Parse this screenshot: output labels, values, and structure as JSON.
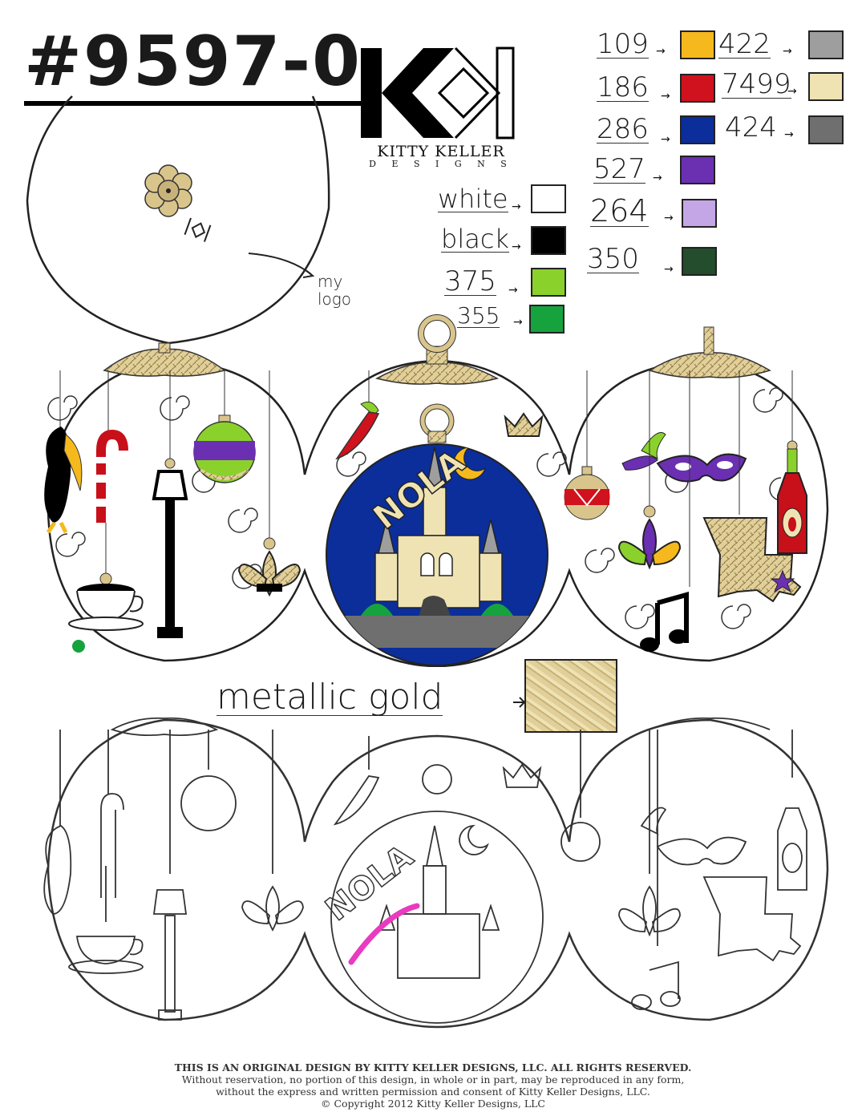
{
  "design_number": "#9597-0",
  "brand": {
    "name": "KITTY KELLER",
    "sub": "D E S I G N S"
  },
  "logo_note": "my logo",
  "swatches": [
    {
      "label": "109",
      "color": "#F5B91E"
    },
    {
      "label": "422",
      "color": "#9E9E9E"
    },
    {
      "label": "186",
      "color": "#D0121E"
    },
    {
      "label": "7499",
      "color": "#EFE3B4"
    },
    {
      "label": "286",
      "color": "#0B2E9B"
    },
    {
      "label": "424",
      "color": "#6F6F6F"
    },
    {
      "label": "527",
      "color": "#6B2FB2"
    },
    {
      "label": "264",
      "color": "#C4A5E6"
    },
    {
      "label": "350",
      "color": "#234D2C"
    },
    {
      "label": "white",
      "color": "#FFFFFF"
    },
    {
      "label": "black",
      "color": "#000000"
    },
    {
      "label": "375",
      "color": "#8BD12C"
    },
    {
      "label": "355",
      "color": "#16A33E"
    }
  ],
  "metallic": {
    "label": "metallic gold",
    "color": "#D9C58C"
  },
  "ornament_text": "NOLA",
  "footer": {
    "line1": "THIS IS AN ORIGINAL DESIGN BY KITTY KELLER DESIGNS, LLC.  ALL RIGHTS RESERVED.",
    "line2": "Without reservation, no portion of this design, in whole or in part, may be reproduced in any form,",
    "line3": "without the express and written permission and consent of Kitty Keller Designs, LLC.",
    "line4": "© Copyright 2012 Kitty Keller Designs, LLC"
  }
}
